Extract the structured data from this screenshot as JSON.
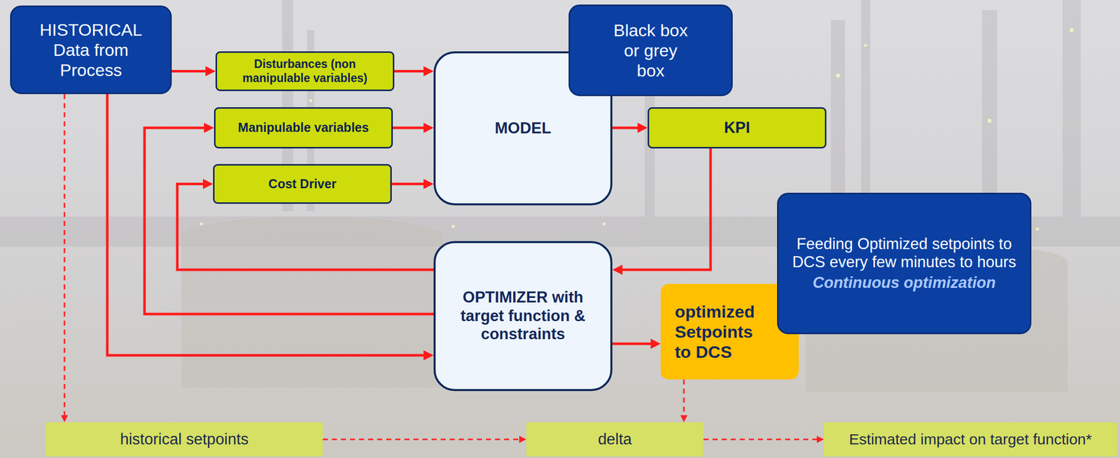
{
  "diagram": {
    "nodes": [
      {
        "text": [
          "HISTORICAL Data from Process"
        ]
      },
      {
        "text": [
          "Black box or grey box"
        ]
      },
      {
        "text": [
          "Disturbances (non manipulable variables)"
        ]
      },
      {
        "text": [
          "Manipulable variables"
        ]
      },
      {
        "text": [
          "MODEL"
        ]
      },
      {
        "text": [
          "KPI"
        ]
      },
      {
        "text": [
          "Cost Driver"
        ]
      },
      {
        "text": [
          "Feeding Optimized setpoints to DCS every few minutes to hours",
          "Continuous optimization"
        ]
      },
      {
        "text": [
          "OPTIMIZER with target function & constraints"
        ]
      },
      {
        "text": [
          "optimized Setpoints to DCS"
        ]
      },
      {
        "text": [
          "historical setpoints"
        ]
      },
      {
        "text": [
          "delta"
        ]
      },
      {
        "text": [
          "Estimated impact on target function*"
        ]
      }
    ],
    "edges": [
      {
        "from": 0,
        "to": 2,
        "arrow": "to"
      },
      {
        "from": 2,
        "to": 4,
        "arrow": "to"
      },
      {
        "from": 3,
        "to": 4,
        "arrow": "to"
      },
      {
        "from": 6,
        "to": 4,
        "arrow": "to"
      },
      {
        "from": 4,
        "to": 5,
        "arrow": "to"
      },
      {
        "from": 5,
        "to": 8,
        "arrow": "to"
      },
      {
        "from": 8,
        "to": 6,
        "arrow": "to"
      },
      {
        "from": 8,
        "to": 3,
        "arrow": "to"
      },
      {
        "from": 0,
        "to": 8,
        "arrow": "to"
      },
      {
        "from": 8,
        "to": 9,
        "arrow": "to"
      },
      {
        "from": 0,
        "to": 10,
        "arrow": "to"
      },
      {
        "from": 9,
        "to": 11,
        "arrow": "to"
      },
      {
        "from": 10,
        "to": 11,
        "arrow": "to"
      },
      {
        "from": 11,
        "to": 12,
        "arrow": "to"
      }
    ]
  }
}
